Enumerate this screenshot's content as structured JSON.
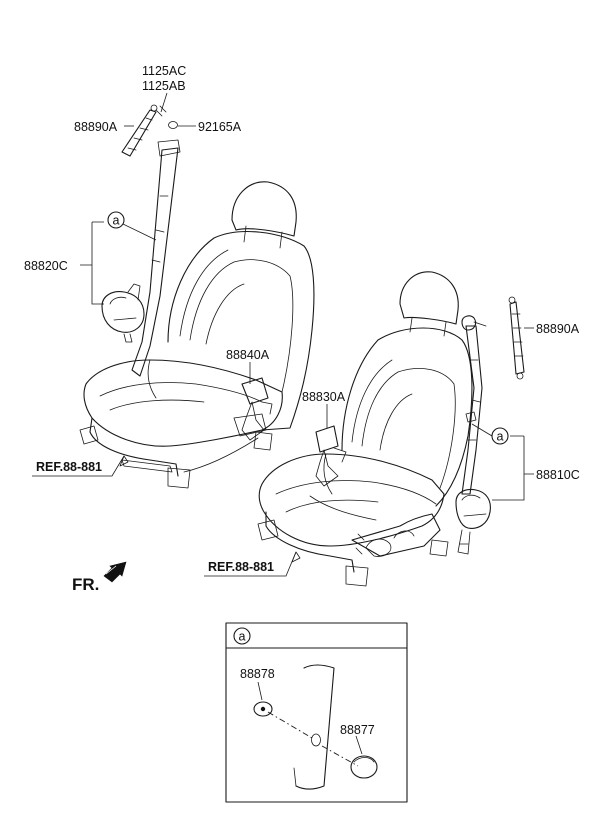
{
  "labels": {
    "part_1125AC": "1125AC",
    "part_1125AB": "1125AB",
    "part_88890A_left": "88890A",
    "part_92165A": "92165A",
    "part_88820C": "88820C",
    "part_88840A": "88840A",
    "part_88830A": "88830A",
    "part_88890A_right": "88890A",
    "part_88810C": "88810C",
    "ref_left": "REF.88-881",
    "ref_right": "REF.88-881",
    "front_label": "FR.",
    "detail_88878": "88878",
    "detail_88877": "88877"
  },
  "callouts": {
    "circle_a_left": "a",
    "circle_a_right": "a",
    "detail_box_header": "a"
  },
  "icons": {
    "front_arrow": "front-direction-arrow-icon"
  }
}
